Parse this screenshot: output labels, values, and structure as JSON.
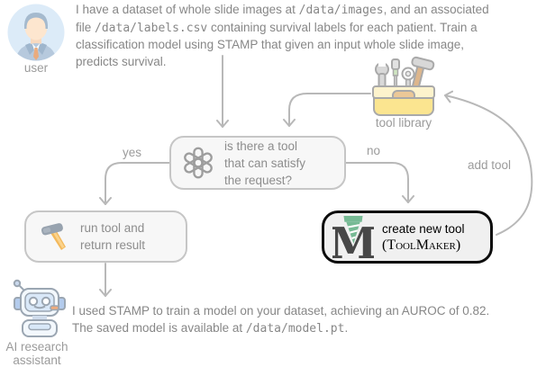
{
  "user": {
    "label": "user",
    "icon": "user-avatar-icon"
  },
  "user_message": {
    "l1a": "I have a dataset of whole slide images at ",
    "l1b": "/data/images",
    "l1c": ", and an associated",
    "l2a": "file ",
    "l2b": "/data/labels.csv",
    "l2c": " containing survival labels for each patient. Train a",
    "l3": "classification model using STAMP that given an input whole slide image,",
    "l4": "predicts survival."
  },
  "tool_library": {
    "label": "tool library",
    "icon": "toolbox-icon"
  },
  "decision_node": {
    "icon": "openai-logo-icon",
    "text": "is there a tool\nthat can satisfy\nthe request?"
  },
  "run_tool_node": {
    "icon": "hammer-icon",
    "text": "run tool and\nreturn result"
  },
  "create_tool_node": {
    "icon": "toolmaker-logo-icon",
    "title": "create new tool",
    "subtitle": "(ToolMaker)"
  },
  "edge_labels": {
    "yes": "yes",
    "no": "no",
    "add_tool": "add tool"
  },
  "assistant": {
    "label": "AI research\nassistant",
    "icon": "robot-icon"
  },
  "assistant_message": {
    "l1": "I used STAMP to train a model on your dataset, achieving an AUROC of 0.82.",
    "l2a": "The saved model is available at ",
    "l2b": "/data/model.pt",
    "l2c": "."
  },
  "colors": {
    "arrow": "#b8b8b8",
    "node_fill": "#f7f7f7",
    "node_border": "#c6c6c6",
    "highlight_border": "#0c0c0c",
    "text_gray": "#878787",
    "toolmaker_green": "#76ba94",
    "toolbox_yellow": "#fbe590",
    "hammer_orange": "#f3b95c",
    "robot_blue": "#d9e8f8"
  }
}
